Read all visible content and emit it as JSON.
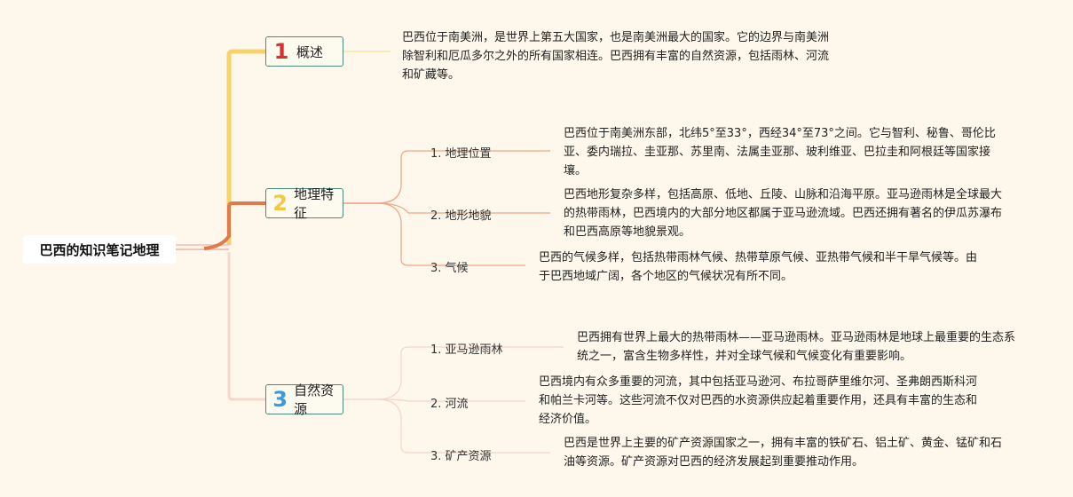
{
  "root": {
    "title": "巴西的知识笔记地理"
  },
  "topics": [
    {
      "num": "1",
      "label": "概述",
      "num_color": "#d9322e",
      "text": "巴西位于南美洲，是世界上第五大国家，也是南美洲最大的国家。它的边界与南美洲除智利和厄瓜多尔之外的所有国家相连。巴西拥有丰富的自然资源，包括雨林、河流和矿藏等。"
    },
    {
      "num": "2",
      "label": "地理特征",
      "num_color": "#f5c842",
      "children": [
        {
          "label": "1. 地理位置",
          "text": "巴西位于南美洲东部，北纬5°至33°，西经34°至73°之间。它与智利、秘鲁、哥伦比亚、委内瑞拉、圭亚那、苏里南、法属圭亚那、玻利维亚、巴拉圭和阿根廷等国家接壤。"
        },
        {
          "label": "2. 地形地貌",
          "text": "巴西地形复杂多样，包括高原、低地、丘陵、山脉和沿海平原。亚马逊雨林是全球最大的热带雨林，巴西境内的大部分地区都属于亚马逊流域。巴西还拥有著名的伊瓜苏瀑布和巴西高原等地貌景观。"
        },
        {
          "label": "3. 气候",
          "text": "巴西的气候多样，包括热带雨林气候、热带草原气候、亚热带气候和半干旱气候等。由于巴西地域广阔，各个地区的气候状况有所不同。"
        }
      ]
    },
    {
      "num": "3",
      "label": "自然资源",
      "num_color": "#3b9bd9",
      "children": [
        {
          "label": "1. 亚马逊雨林",
          "text": "巴西拥有世界上最大的热带雨林——亚马逊雨林。亚马逊雨林是地球上最重要的生态系统之一，富含生物多样性，并对全球气候和气候变化有重要影响。"
        },
        {
          "label": "2. 河流",
          "text": "巴西境内有众多重要的河流，其中包括亚马逊河、布拉哥萨里维尔河、圣弗朗西斯科河和帕兰卡河等。这些河流不仅对巴西的水资源供应起着重要作用，还具有丰富的生态和经济价值。"
        },
        {
          "label": "3. 矿产资源",
          "text": "巴西是世界上主要的矿产资源国家之一，拥有丰富的铁矿石、铝土矿、黄金、锰矿和石油等资源。矿产资源对巴西的经济发展起到重要推动作用。"
        }
      ]
    }
  ]
}
